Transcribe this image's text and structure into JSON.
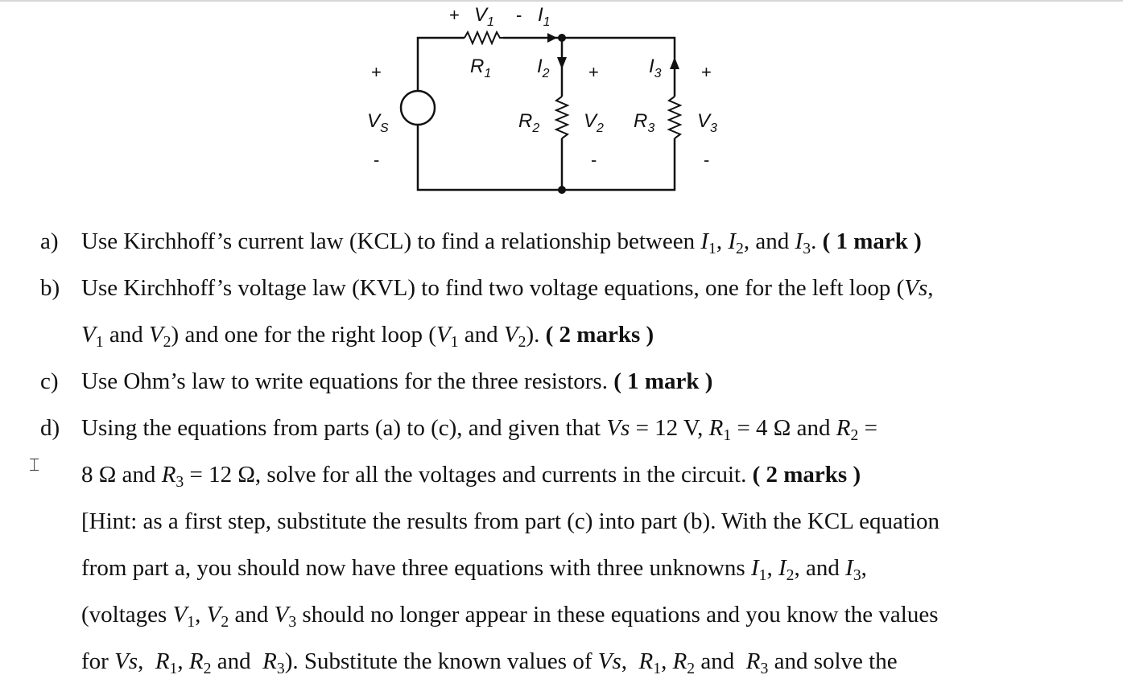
{
  "circuit": {
    "source_label": "V",
    "source_sub": "S",
    "plus": "+",
    "minus": "-",
    "r1_label": "R",
    "r1_sub": "1",
    "r2_label": "R",
    "r2_sub": "2",
    "r3_label": "R",
    "r3_sub": "3",
    "v1_label": "V",
    "v1_sub": "1",
    "v2_label": "V",
    "v2_sub": "2",
    "v3_label": "V",
    "v3_sub": "3",
    "i1_label": "I",
    "i1_sub": "1",
    "i2_label": "I",
    "i2_sub": "2",
    "i3_label": "I",
    "i3_sub": "3"
  },
  "questions": {
    "a": {
      "letter": "a)",
      "t1": "Use Kirchhoff’s current law (KCL) to find a relationship between ",
      "t2": ", and ",
      "mark": "( 1 mark )"
    },
    "b": {
      "letter": "b)",
      "t1": "Use Kirchhoff’s voltage law (KVL) to find two voltage equations, one for the left loop (",
      "t2": "and one for the right loop (",
      "mark": "( 2 marks )"
    },
    "c": {
      "letter": "c)",
      "t1": "Use Ohm’s law to write equations for the three resistors. ",
      "mark": "( 1 mark )"
    },
    "d": {
      "letter": "d)",
      "t1": "Using the equations from parts (a) to (c), and given that ",
      "vs_val": "= 12 V, ",
      "r1_val": "= 4 Ω and ",
      "r2_eq": "=",
      "line2a": "8 Ω and ",
      "r3_val": "= 12 Ω, solve for all the voltages and currents in the circuit. ",
      "mark": "( 2 marks )",
      "hint1": "[Hint: as a first step, substitute the results from part (c) into part (b). With the KCL equation",
      "hint2": "from part a, you should now have three equations with three unknowns ",
      "hint3a": "(voltages ",
      "hint3b": "should no longer appear in these equations and you know the values",
      "hint4a": "for ",
      "hint4b": "). Substitute the known values of ",
      "hint4c": "and solve the"
    }
  }
}
